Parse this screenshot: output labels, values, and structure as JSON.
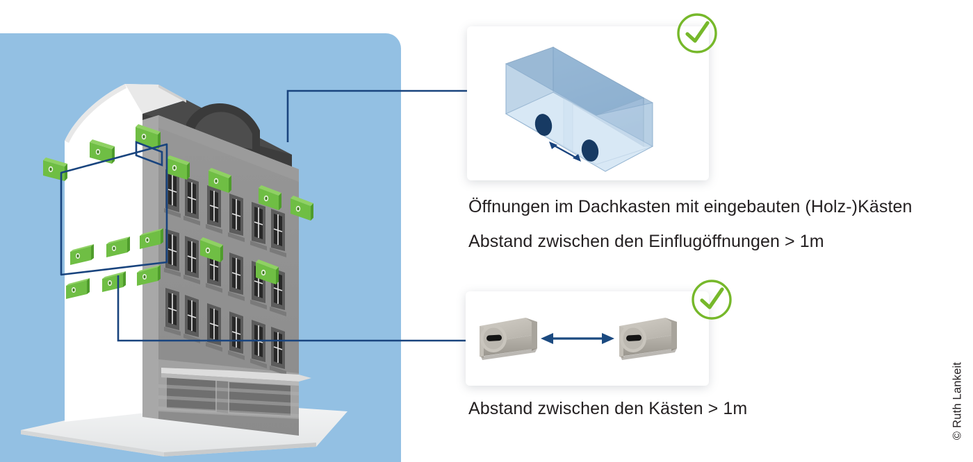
{
  "page": {
    "title": "Öffnungen im Dachkasten mit eingebauten (Holz-)Kästen",
    "background_color": "#ffffff",
    "panel_color": "#93c0e3"
  },
  "illustration": {
    "name": "apartment-building-with-nest-boxes",
    "colors": {
      "sky": "#93c0e3",
      "gable_wall": "#ffffff",
      "facade_front": "#8f8f8f",
      "facade_side": "#a8a8a8",
      "roof_dark": "#4c4c4c",
      "roof_darker": "#3c3c3c",
      "window_frame": "#5a5a5a",
      "nest_box_green": "#6fbe44",
      "nest_box_green_dark": "#4f9c2c",
      "callout_navy": "#19447e",
      "ground": "#eceded"
    },
    "nest_box_count_facade": 9,
    "detail_panel": {
      "name": "wall-detail-callout",
      "nest_box_count": 6,
      "rows": 2
    }
  },
  "cards": [
    {
      "id": "card-top",
      "name": "roof-box-diagram-card",
      "artwork": "isometric-translucent-roof-box-with-two-entry-holes",
      "badge": "check-ok",
      "badge_color": "#76b82a",
      "elements": {
        "box_fill": "#aecbe4",
        "box_fill_light": "#d3e6f5",
        "box_edge": "#7a9ec2",
        "hole_color": "#173a63",
        "arrow_color": "#19447e",
        "hole_count": 2,
        "arrow": "double-headed-distance-arrow"
      }
    },
    {
      "id": "card-bottom",
      "name": "nest-box-spacing-card",
      "artwork": "two-concrete-nest-boxes-with-distance-arrow",
      "badge": "check-ok",
      "badge_color": "#76b82a",
      "elements": {
        "box_color": "#b8b4ac",
        "box_shadow_color": "#8c8880",
        "hole_color": "#1a1a1a",
        "arrow_color": "#1b4a80",
        "box_count": 2,
        "arrow": "double-headed-distance-arrow"
      }
    }
  ],
  "captions": {
    "line1": "Öffnungen im Dachkasten mit eingebauten (Holz-)Kästen",
    "line2": "Abstand zwischen den Einflugöffnungen > 1m",
    "line3": "Abstand zwischen den Kästen > 1m"
  },
  "credit": {
    "text": "© Ruth Lankeit"
  },
  "connectors": {
    "color": "#19447e",
    "top_callout": "roof-eaves-to-top-card",
    "bottom_callout": "wall-detail-to-bottom-card"
  }
}
